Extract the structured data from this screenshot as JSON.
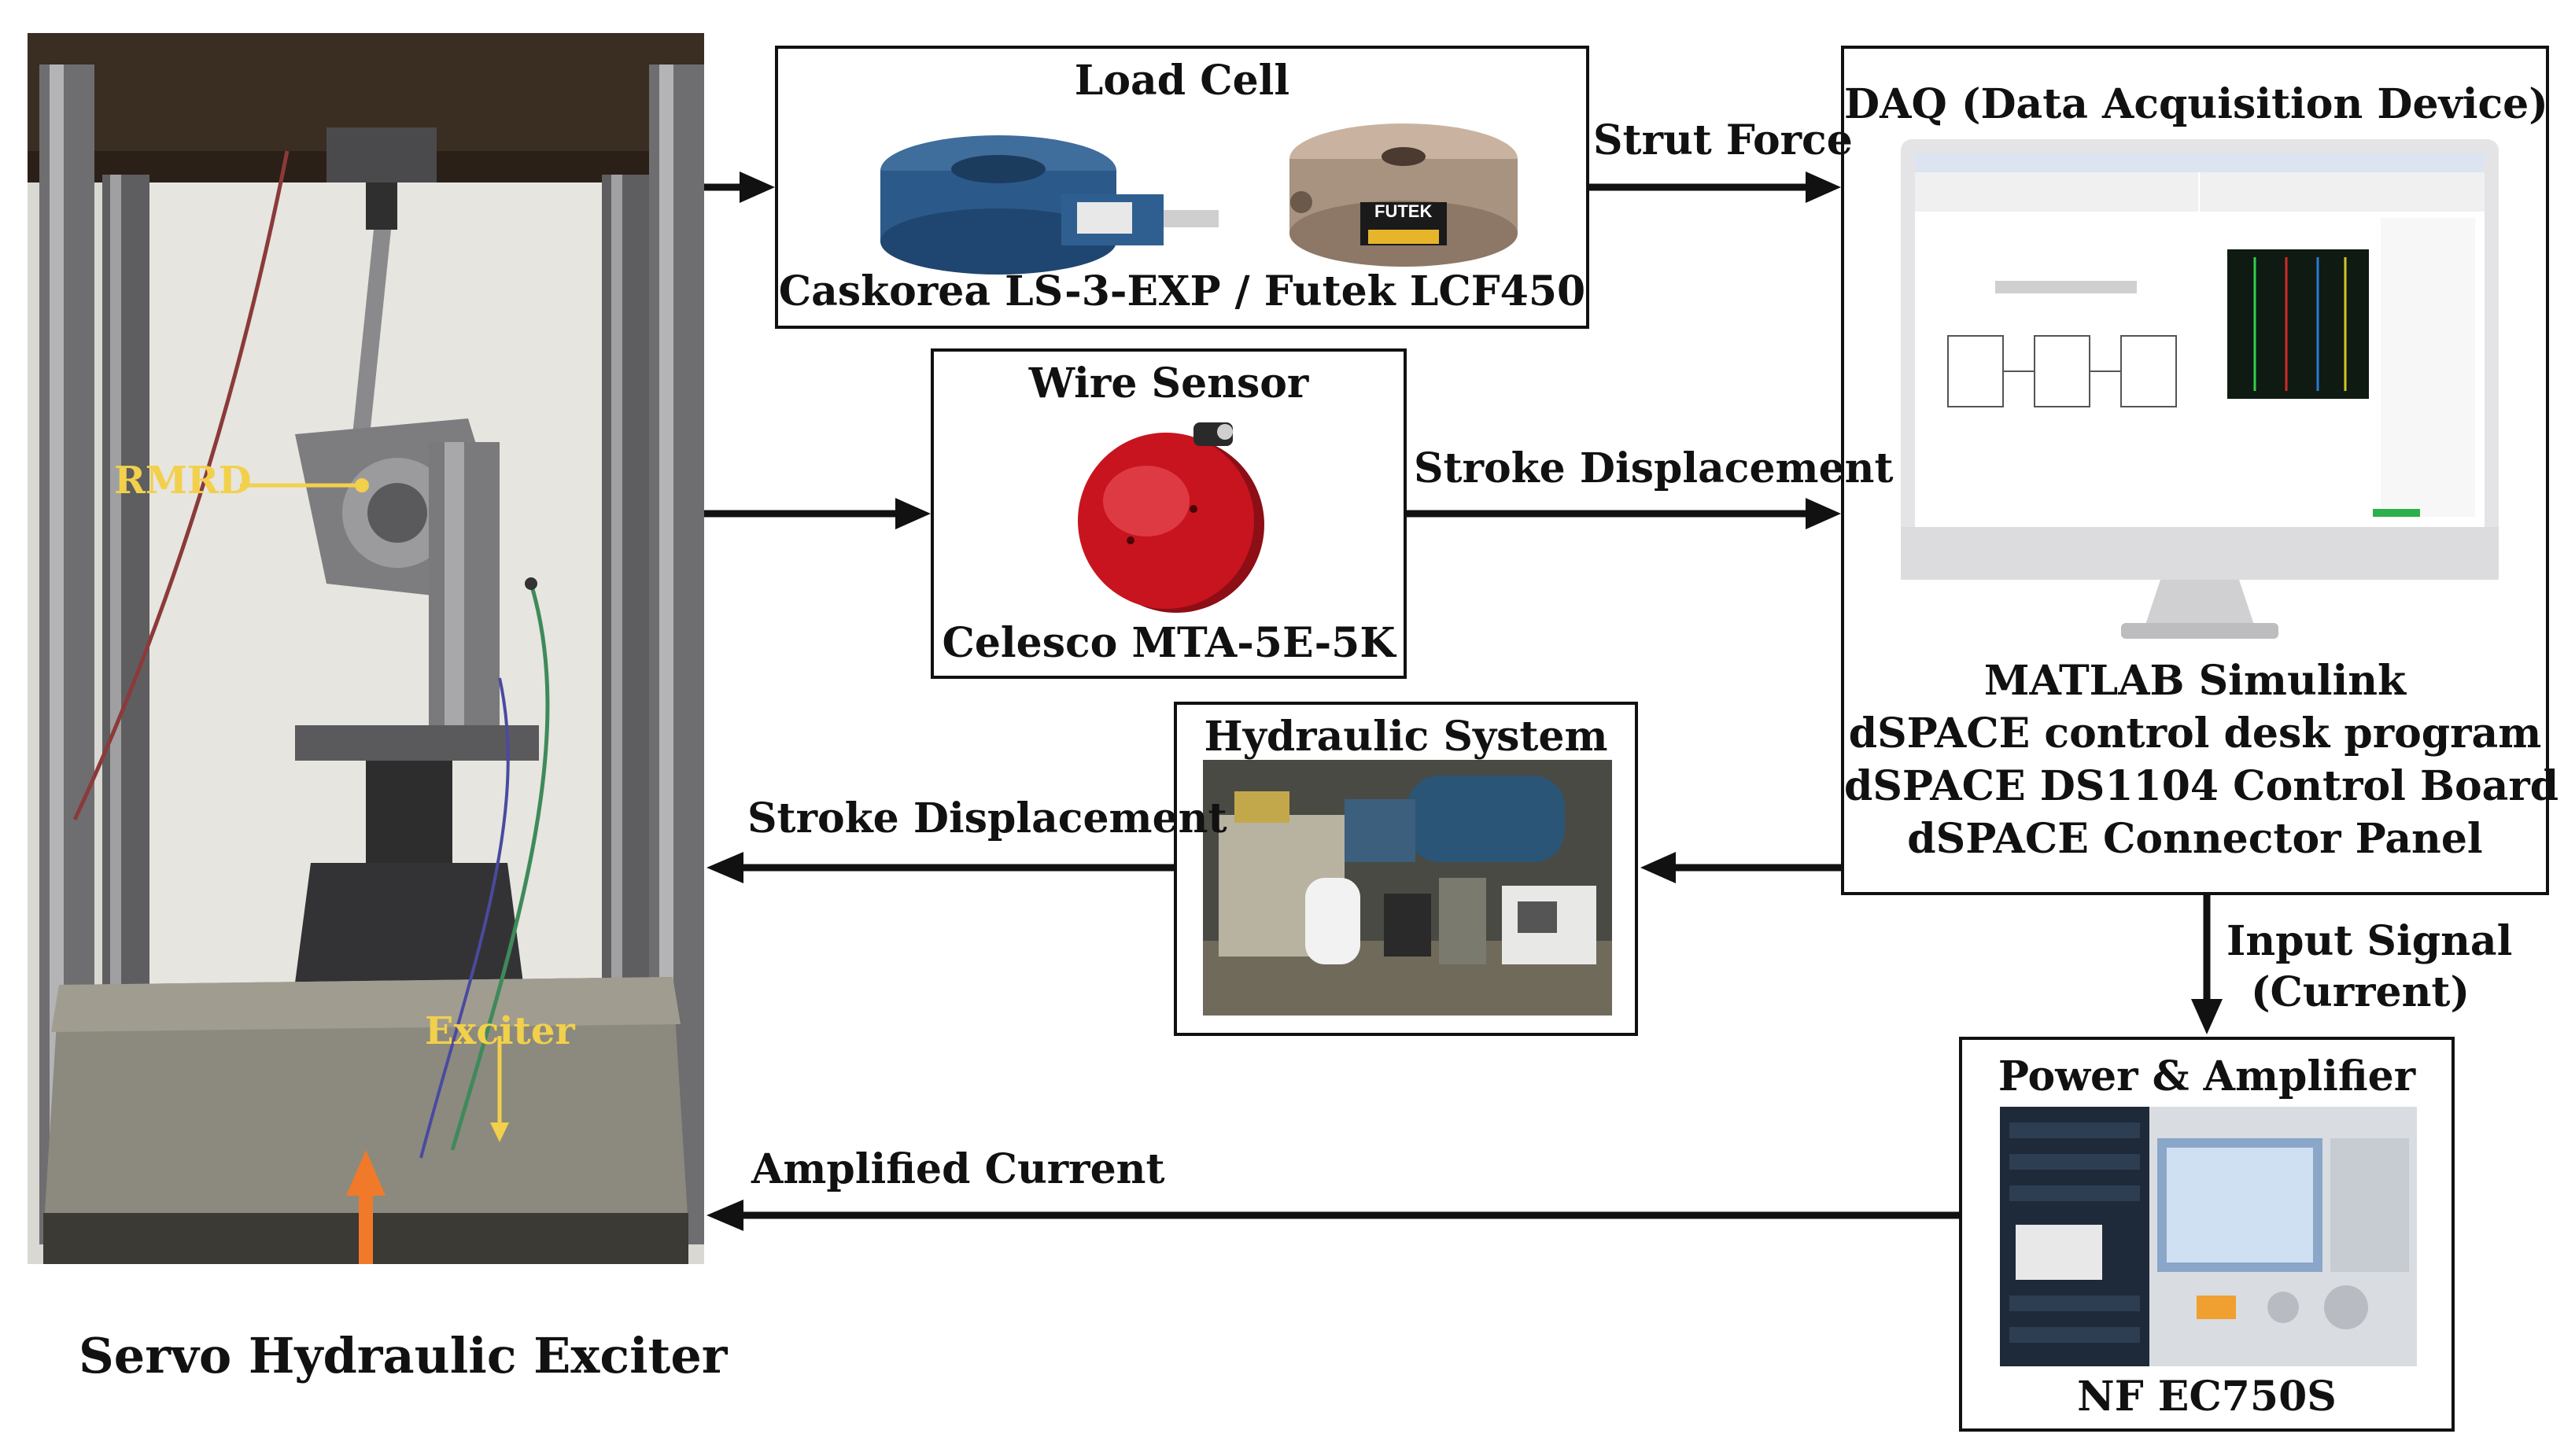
{
  "left_photo": {
    "caption": "Servo Hydraulic Exciter",
    "rmrd_label": "RMRD",
    "exciter_label": "Exciter"
  },
  "load_cell": {
    "title": "Load Cell",
    "caption": "Caskorea LS-3-EXP / Futek LCF450",
    "futek_mark": "FUTEK"
  },
  "wire_sensor": {
    "title": "Wire Sensor",
    "caption": "Celesco MTA-5E-5K"
  },
  "hydraulic": {
    "title": "Hydraulic System"
  },
  "daq": {
    "title": "DAQ (Data Acquisition Device)",
    "lines": [
      "MATLAB Simulink",
      "dSPACE control desk program",
      "dSPACE DS1104 Control Board",
      "dSPACE Connector Panel"
    ]
  },
  "power": {
    "title": "Power & Amplifier",
    "caption": "NF EC750S"
  },
  "arrows": {
    "strut_force": "Strut Force",
    "stroke_displacement_top": "Stroke Displacement",
    "stroke_displacement_mid": "Stroke Displacement",
    "input_signal_line1": "Input Signal",
    "input_signal_line2": "(Current)",
    "amplified_current": "Amplified Current"
  },
  "colors": {
    "line": "#111111",
    "label_yellow": "#f2d04b",
    "arrow_orange": "#f07a2a",
    "sensor_red": "#c8141f",
    "loadcell_blue": "#2b5a8a"
  }
}
